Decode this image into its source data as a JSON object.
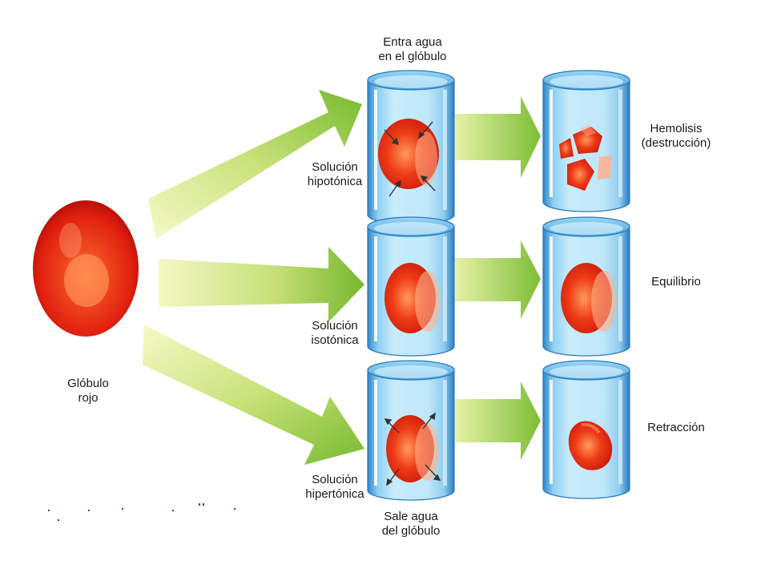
{
  "source": {
    "line1": "Glóbulo",
    "line2": "rojo"
  },
  "top_note": {
    "line1": "Entra agua",
    "line2": "en el glóbulo"
  },
  "bottom_note": {
    "line1": "Sale agua",
    "line2": "del glóbulo"
  },
  "rows": [
    {
      "solution": {
        "line1": "Solución",
        "line2": "hipotónica"
      },
      "result": {
        "line1": "Hemolisis",
        "line2": "(destrucción)"
      },
      "cell_before": "swollen-cell-with-inward-arrows",
      "cell_after": "fragmented-cell"
    },
    {
      "solution": {
        "line1": "Solución",
        "line2": "isotónica"
      },
      "result": {
        "line1": "Equilibrio",
        "line2": ""
      },
      "cell_before": "normal-cell",
      "cell_after": "normal-cell"
    },
    {
      "solution": {
        "line1": "Solución",
        "line2": "hipertónica"
      },
      "result": {
        "line1": "Retracción",
        "line2": ""
      },
      "cell_before": "cell-with-outward-arrows",
      "cell_after": "shrunken-cell"
    }
  ],
  "colors": {
    "cell_red": "#e8220f",
    "cell_highlight": "#ff7a3c",
    "beaker_blue": "#5fb4e6",
    "arrow_green": "#8cc63f",
    "arrow_yellow": "#f4f7b0"
  }
}
